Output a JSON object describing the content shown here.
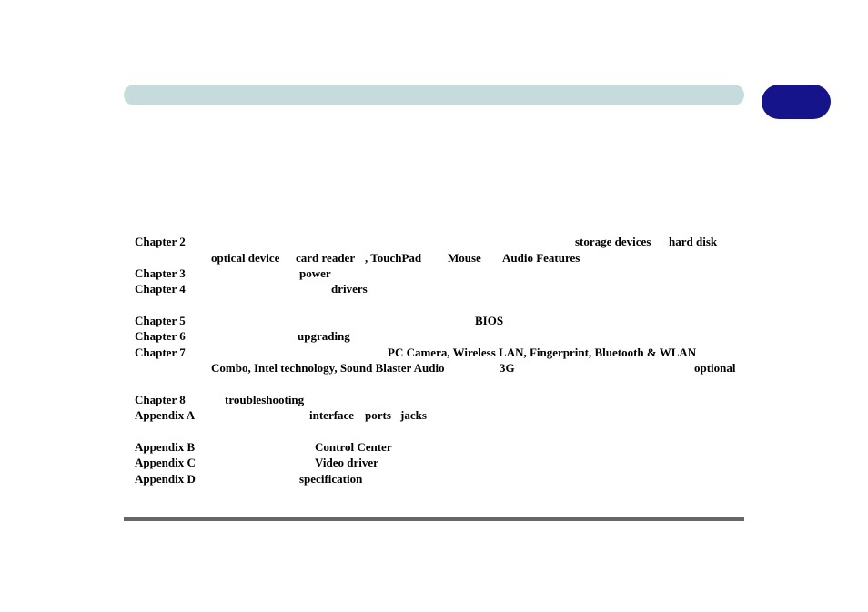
{
  "lines": [
    {
      "label": "Chapter 2",
      "segments": [
        "storage devices",
        "hard disk"
      ]
    },
    {
      "label": "",
      "segments": [
        "optical device",
        "card reader",
        ", TouchPad",
        "Mouse",
        "Audio Features"
      ]
    },
    {
      "label": "Chapter 3",
      "segments": [
        "power"
      ]
    },
    {
      "label": "Chapter 4",
      "segments": [
        "drivers"
      ]
    },
    {
      "label": "Chapter 5",
      "segments": [
        "BIOS"
      ]
    },
    {
      "label": "Chapter 6",
      "segments": [
        "upgrading"
      ]
    },
    {
      "label": "Chapter 7",
      "segments": [
        "PC Camera, Wireless LAN, Fingerprint, Bluetooth & WLAN"
      ]
    },
    {
      "label": "",
      "segments": [
        "Combo, Intel technology, Sound Blaster Audio",
        "3G",
        "optional"
      ]
    },
    {
      "label": "Chapter 8",
      "segments": [
        "troubleshooting"
      ]
    },
    {
      "label": "Appendix A",
      "segments": [
        "interface",
        "ports",
        "jacks"
      ]
    },
    {
      "label": "Appendix B",
      "segments": [
        "Control Center"
      ]
    },
    {
      "label": "Appendix C",
      "segments": [
        "Video driver"
      ]
    },
    {
      "label": "Appendix D",
      "segments": [
        "specification"
      ]
    }
  ],
  "colors": {
    "header_band": "#c6dcdc",
    "chapter_tab": "#15148b",
    "footer_rule": "#666666",
    "text": "#000000"
  }
}
